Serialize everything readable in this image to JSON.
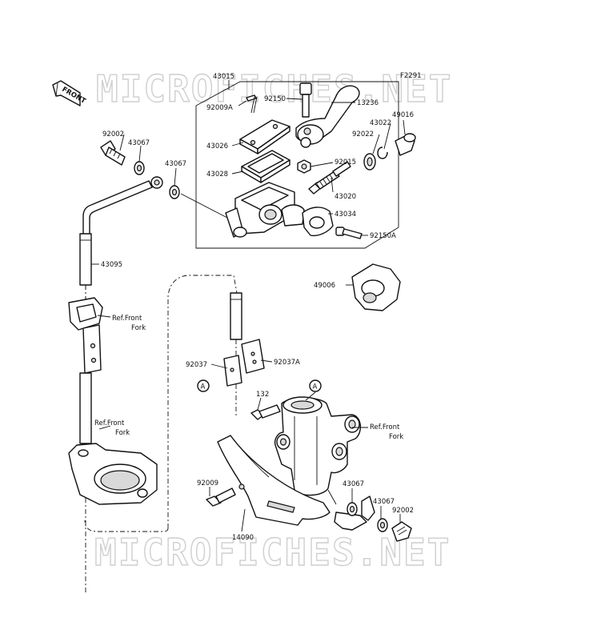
{
  "diagram_code": "F2291",
  "front_arrow_label": "FRONT",
  "watermarks": [
    "MICROFICHES.NET",
    "MICROFICHES.NET"
  ],
  "part_labels": [
    {
      "key": "43015",
      "text": "43015"
    },
    {
      "key": "92009A",
      "text": "92009A"
    },
    {
      "key": "92150",
      "text": "92150"
    },
    {
      "key": "13236",
      "text": "13236"
    },
    {
      "key": "92002_top",
      "text": "92002"
    },
    {
      "key": "43067_top",
      "text": "43067"
    },
    {
      "key": "43026",
      "text": "43026"
    },
    {
      "key": "92022",
      "text": "92022"
    },
    {
      "key": "43022",
      "text": "43022"
    },
    {
      "key": "49016",
      "text": "49016"
    },
    {
      "key": "43067_mid",
      "text": "43067"
    },
    {
      "key": "43028",
      "text": "43028"
    },
    {
      "key": "92015",
      "text": "92015"
    },
    {
      "key": "43020",
      "text": "43020"
    },
    {
      "key": "43034",
      "text": "43034"
    },
    {
      "key": "92150A",
      "text": "92150A"
    },
    {
      "key": "43095",
      "text": "43095"
    },
    {
      "key": "49006",
      "text": "49006"
    },
    {
      "key": "92037",
      "text": "92037"
    },
    {
      "key": "92037A",
      "text": "92037A"
    },
    {
      "key": "132",
      "text": "132"
    },
    {
      "key": "92009",
      "text": "92009"
    },
    {
      "key": "43067_bot1",
      "text": "43067"
    },
    {
      "key": "43067_bot2",
      "text": "43067"
    },
    {
      "key": "92002_bot",
      "text": "92002"
    },
    {
      "key": "14090",
      "text": "14090"
    }
  ],
  "ref_labels": [
    {
      "key": "ref1",
      "line1": "Ref.Front",
      "line2": "Fork"
    },
    {
      "key": "ref2",
      "line1": "Ref.Front",
      "line2": "Fork"
    },
    {
      "key": "ref3",
      "line1": "Ref.Front",
      "line2": "Fork"
    }
  ],
  "callouts": [
    "A",
    "A"
  ]
}
